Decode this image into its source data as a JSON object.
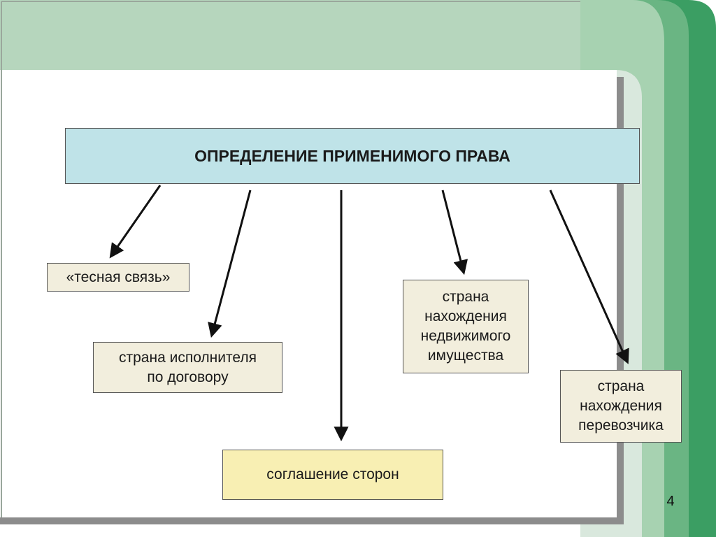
{
  "slide": {
    "title": "ОПРЕДЕЛЕНИЕ ПРИМЕНИМОГО ПРАВА",
    "page_number": "4"
  },
  "boxes": {
    "close_connection": "«тесная связь»",
    "performer_country": "страна исполнителя\nпо договору",
    "real_estate_country": "страна\nнахождения\nнедвижимого\nимущества",
    "carrier_country": "страна\nнахождения\nперевозчика",
    "parties_agreement": "соглашение сторон"
  },
  "colors": {
    "header_band": "#b6d6bd",
    "green_dark": "#3b9e63",
    "green_mid": "#6ab583",
    "green_light": "#a7d2b1",
    "title_box_fill": "#bfe3e8",
    "option_box_fill": "#f2eedd",
    "agreement_box_fill": "#f8efb3",
    "arrow": "#111111"
  }
}
